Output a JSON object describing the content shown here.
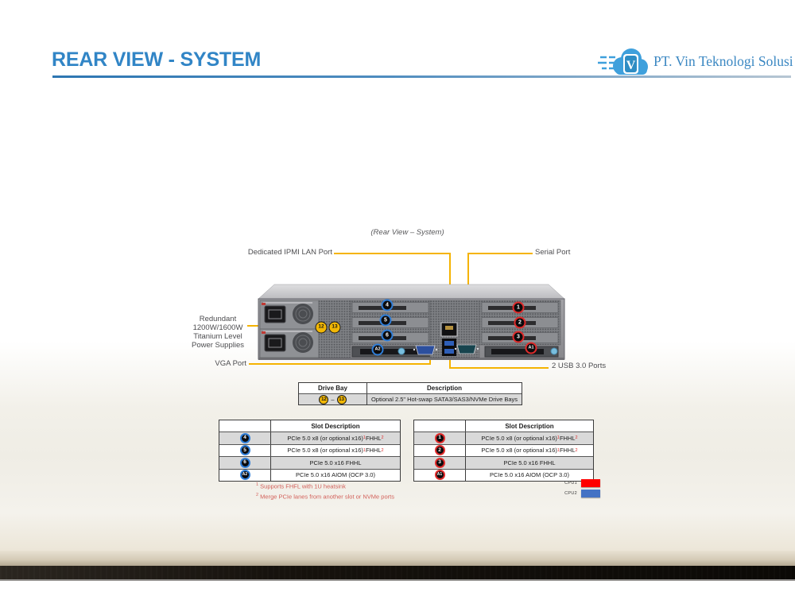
{
  "slide": {
    "title": "REAR VIEW - SYSTEM"
  },
  "logo": {
    "company": "PT. Vin Teknologi Solusi",
    "letter": "V"
  },
  "colors": {
    "accent_blue": "#3185c6",
    "callout_yellow": "#f5b301",
    "ring_blue": "#2f7ed8",
    "ring_red": "#e02b2b",
    "badge_yellow": "#f2b705",
    "cpu1_red": "#fe0000",
    "cpu2_blue": "#4472c4"
  },
  "diagram": {
    "caption": "(Rear View – System)",
    "labels": {
      "ipmi": "Dedicated IPMI  LAN Port",
      "serial": "Serial Port",
      "psu_lines": [
        "Redundant",
        "1200W/1600W",
        "Titanium Level",
        "Power Supplies"
      ],
      "vga": "VGA Port",
      "usb": "2 USB 3.0 Ports"
    },
    "badges": {
      "left": [
        "4",
        "5",
        "6"
      ],
      "aiom_left": "A2",
      "right": [
        "1",
        "2",
        "3"
      ],
      "aiom_right": "A1",
      "drive": [
        "12",
        "13"
      ]
    }
  },
  "drive_table": {
    "headers": [
      "Drive Bay",
      "Description"
    ],
    "row": {
      "bay_a": "12",
      "separator": "–",
      "bay_b": "13",
      "description": "Optional 2.5\" Hot-swap SATA3/SAS3/NVMe Drive Bays"
    }
  },
  "slot_tables": {
    "header": "Slot Description",
    "left": {
      "rows": [
        {
          "badge": "4",
          "text": "PCIe 5.0 x8 (or optional x16)",
          "sup1": "1",
          "text2": " FHHL",
          "sup2": "2"
        },
        {
          "badge": "5",
          "text": "PCIe 5.0 x8 (or optional x16)",
          "sup1": "1",
          "text2": " FHHL",
          "sup2": "2"
        },
        {
          "badge": "6",
          "text": "PCIe 5.0 x16 FHHL"
        },
        {
          "badge": "A2",
          "text": "PCIe 5.0 x16 AIOM (OCP 3.0)"
        }
      ]
    },
    "right": {
      "rows": [
        {
          "badge": "1",
          "text": "PCIe 5.0 x8 (or optional x16)",
          "sup1": "1",
          "text2": " FHHL",
          "sup2": "2"
        },
        {
          "badge": "2",
          "text": "PCIe 5.0 x8 (or optional x16)",
          "sup1": "1",
          "text2": " FHHL",
          "sup2": "2"
        },
        {
          "badge": "3",
          "text": "PCIe 5.0 x16 FHHL"
        },
        {
          "badge": "A1",
          "text": "PCIe 5.0 x16 AIOM (OCP 3.0)"
        }
      ]
    }
  },
  "footnotes": [
    {
      "sup": "1",
      "text": "Supports FHFL with 1U heatsink"
    },
    {
      "sup": "2",
      "text": "Merge PCIe lanes from another slot or NVMe ports"
    }
  ],
  "cpu_legend": [
    {
      "label": "CPU1",
      "color": "#fe0000"
    },
    {
      "label": "CPU2",
      "color": "#4472c4"
    }
  ]
}
